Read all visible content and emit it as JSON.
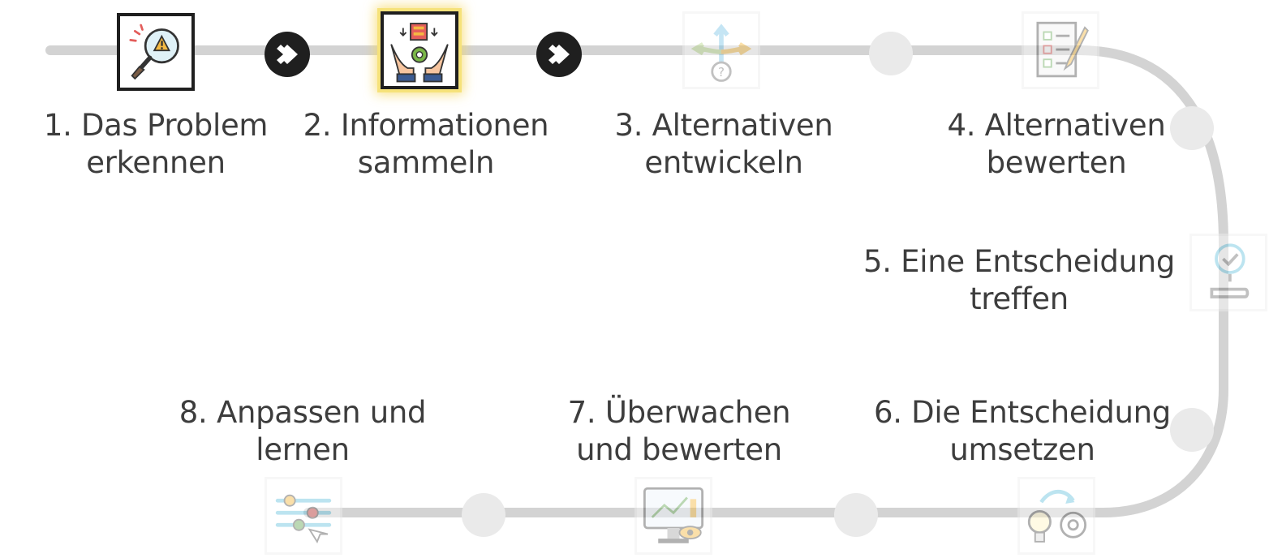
{
  "steps": [
    {
      "id": 1,
      "line1": "1. Das Problem",
      "line2": "erkennen",
      "icon": "magnifier-warning-icon",
      "state": "done"
    },
    {
      "id": 2,
      "line1": "2. Informationen",
      "line2": "sammeln",
      "icon": "hands-gear-data-icon",
      "state": "current"
    },
    {
      "id": 3,
      "line1": "3. Alternativen",
      "line2": "entwickeln",
      "icon": "split-arrows-question-icon",
      "state": "pending"
    },
    {
      "id": 4,
      "line1": "4. Alternativen",
      "line2": "bewerten",
      "icon": "checklist-pencil-icon",
      "state": "pending"
    },
    {
      "id": 5,
      "line1": "5. Eine Entscheidung",
      "line2": "treffen",
      "icon": "hand-checkmark-icon",
      "state": "pending"
    },
    {
      "id": 6,
      "line1": "6. Die Entscheidung",
      "line2": "umsetzen",
      "icon": "lightbulb-gear-icon",
      "state": "pending"
    },
    {
      "id": 7,
      "line1": "7. Überwachen",
      "line2": "und bewerten",
      "icon": "monitor-chart-eye-icon",
      "state": "pending"
    },
    {
      "id": 8,
      "line1": "8. Anpassen und",
      "line2": "lernen",
      "icon": "adjust-sliders-icon",
      "state": "pending"
    }
  ],
  "colors": {
    "track": "#d0d0d0",
    "dark": "#1f1f1f",
    "text": "#3d3d3d",
    "highlight": "#f6d65a",
    "node": "#eaeaea"
  }
}
